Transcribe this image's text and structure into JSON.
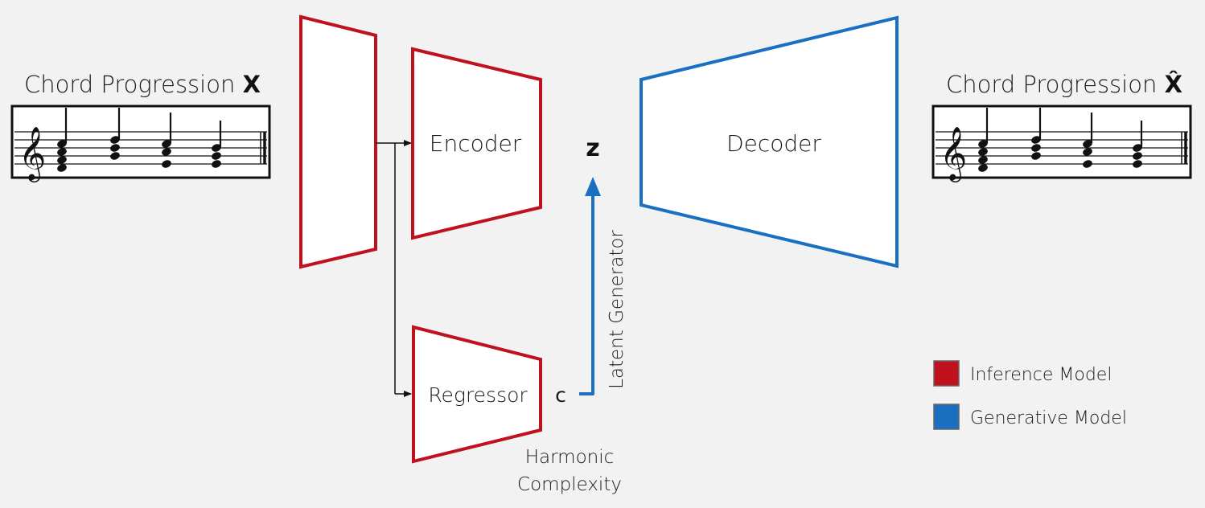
{
  "input": {
    "title_text": "Chord Progression ",
    "symbol": "X"
  },
  "output": {
    "title_text": "Chord Progression ",
    "symbol": "X̂"
  },
  "blocks": {
    "encoder": "Encoder",
    "decoder": "Decoder",
    "regressor": "Regressor"
  },
  "variables": {
    "latent": "z",
    "condition": "c"
  },
  "annotations": {
    "latent_generator": "Latent Generator",
    "harmonic_line1": "Harmonic",
    "harmonic_line2": "Complexity"
  },
  "legend": {
    "items": [
      {
        "label": "Inference Model",
        "color": "#c0111f"
      },
      {
        "label": "Generative Model",
        "color": "#1a6fc0"
      }
    ]
  },
  "colors": {
    "inference": "#c0111f",
    "generative": "#1a6fc0",
    "background": "#f2f2f2"
  }
}
